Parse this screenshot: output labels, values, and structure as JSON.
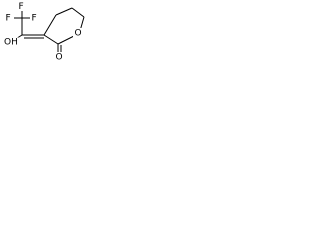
{
  "molecule": {
    "atoms": [
      {
        "id": "f_top",
        "label": "F"
      },
      {
        "id": "f_left",
        "label": "F"
      },
      {
        "id": "f_right",
        "label": "F"
      },
      {
        "id": "hydroxyl",
        "label": "OH"
      },
      {
        "id": "ring_o",
        "label": "O"
      },
      {
        "id": "carbonyl_o",
        "label": "O"
      }
    ],
    "colors": {
      "ink": "#000000",
      "background": "#ffffff"
    }
  }
}
